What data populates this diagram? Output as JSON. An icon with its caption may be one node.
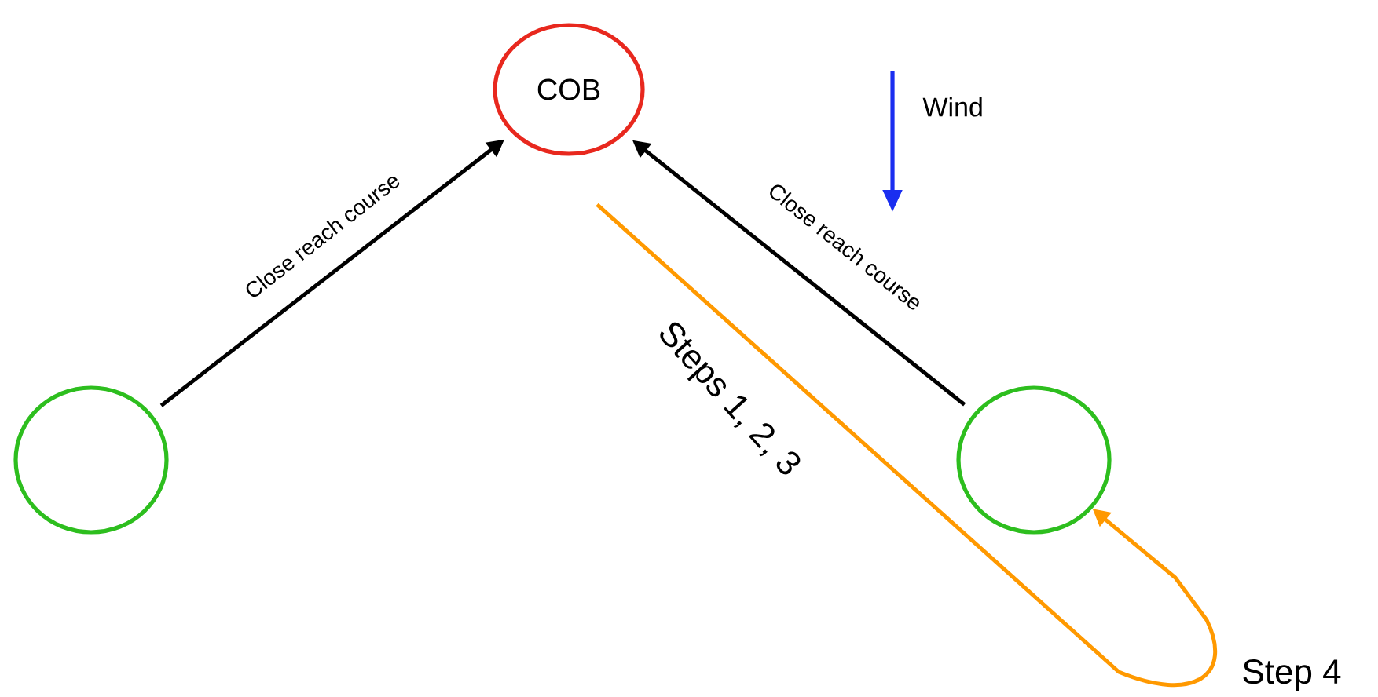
{
  "diagram": {
    "nodes": [
      {
        "text": [
          "COB"
        ]
      },
      {
        "text": [],
        "shape": "circle"
      },
      {
        "text": [],
        "shape": "circle"
      }
    ],
    "edges": [
      {
        "from": 1,
        "to": 0,
        "arrow": "to",
        "label": "Close reach course"
      },
      {
        "from": 2,
        "to": 0,
        "arrow": "to",
        "label": "Close reach course"
      },
      {
        "from": 0,
        "to": 2,
        "arrow": "to",
        "label": "Steps 1, 2, 3",
        "color": "#ff9900"
      }
    ],
    "labels": [
      "Wind",
      "Step 4"
    ]
  }
}
